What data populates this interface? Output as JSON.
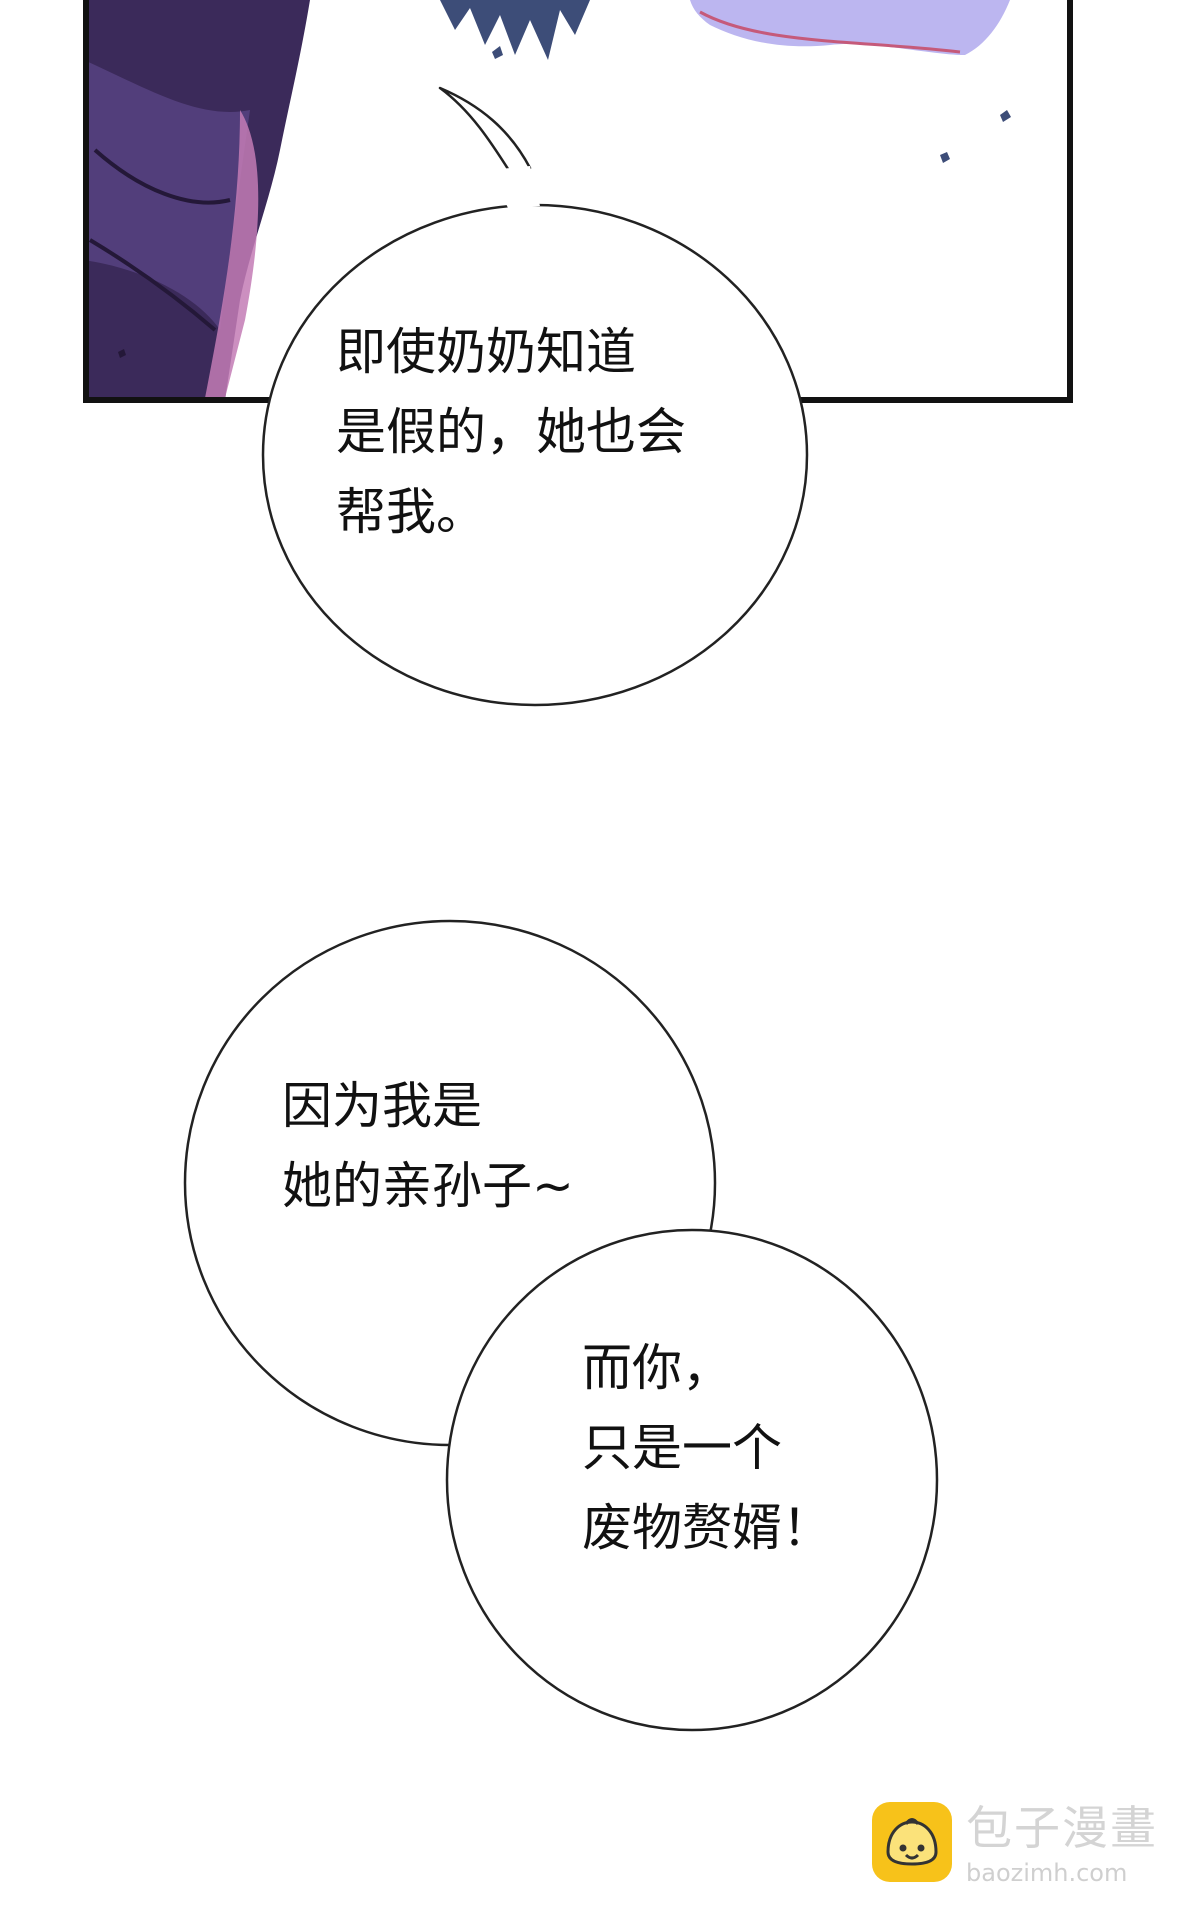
{
  "bubble1": {
    "lines": [
      "即使奶奶知道",
      "是假的，她也会",
      "帮我。"
    ]
  },
  "bubble2": {
    "lines": [
      "因为我是",
      "她的亲孙子~"
    ]
  },
  "bubble3": {
    "lines": [
      "而你，",
      "只是一个",
      "废物赘婿！"
    ]
  },
  "watermark": {
    "name": "包子漫畫",
    "url": "baozimh.com",
    "icon": "bun-mascot-icon"
  },
  "colors": {
    "panel_dark": "#3b2a5a",
    "panel_purple": "#6a4f9e",
    "panel_pink": "#c37bb5",
    "panel_light": "#bcb6f0",
    "watermark_yellow": "#f7c21a"
  }
}
